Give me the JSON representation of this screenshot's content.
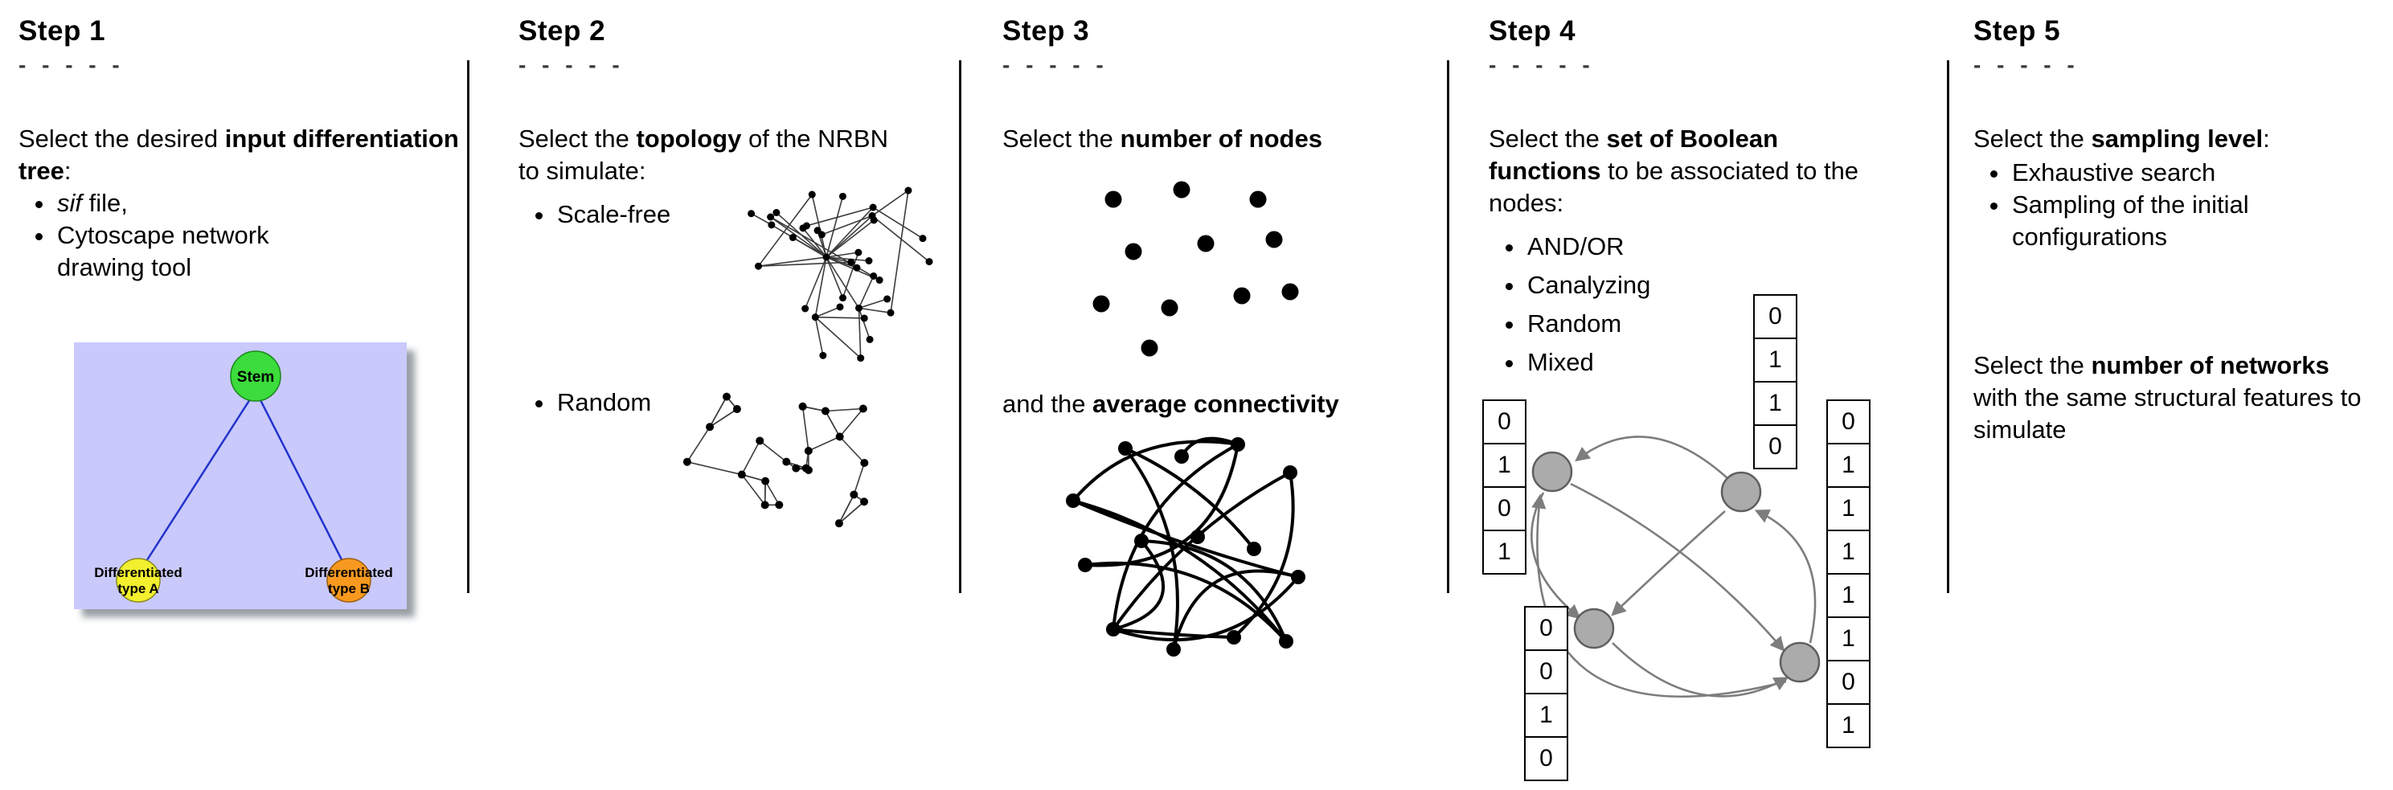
{
  "dashes": "- - - - -",
  "step1": {
    "title": "Step 1",
    "intro": {
      "pre": "Select the desired ",
      "bold": "input differentiation tree",
      "post": ":"
    },
    "bullets": {
      "b1_italic": "sif",
      "b1_rest": " file,",
      "b2": "Cytoscape network drawing tool"
    },
    "tree": {
      "stem_label": "Stem",
      "left_line1": "Differentiated",
      "left_line2": "type A",
      "right_line1": "Differentiated",
      "right_line2": "type B",
      "colors": {
        "panel": "#c9c9fb",
        "stem": "#3bdc3b",
        "type_a": "#f2ef2e",
        "type_b": "#f8991f",
        "edge": "#2233cc"
      }
    }
  },
  "step2": {
    "title": "Step 2",
    "intro": {
      "pre": "Select the ",
      "bold": "topology",
      "post": " of the NRBN to simulate:"
    },
    "bullets": {
      "b1": "Scale-free",
      "b2": "Random"
    }
  },
  "step3": {
    "title": "Step 3",
    "line1": {
      "pre": "Select the ",
      "bold": "number of nodes"
    },
    "line2": {
      "pre": "and the ",
      "bold": "average connectivity"
    }
  },
  "step4": {
    "title": "Step 4",
    "intro": {
      "pre": "Select the ",
      "bold": "set of Boolean functions",
      "post": " to be associated to the nodes:"
    },
    "bullets": [
      "AND/OR",
      "Canalyzing",
      "Random",
      "Mixed"
    ],
    "truth_tables": {
      "left": [
        "0",
        "1",
        "0",
        "1"
      ],
      "top": [
        "0",
        "1",
        "1",
        "0"
      ],
      "bottom_left": [
        "0",
        "0",
        "1",
        "0"
      ],
      "right": [
        "0",
        "1",
        "1",
        "1",
        "1",
        "1",
        "0",
        "1"
      ]
    }
  },
  "step5": {
    "title": "Step 5",
    "intro": {
      "pre": "Select the ",
      "bold": "sampling level",
      "post": ":"
    },
    "bullets": {
      "b1": "Exhaustive search",
      "b2": "Sampling of the initial configurations"
    },
    "para2": {
      "pre": "Select the ",
      "bold": "number of networks",
      "post": " with the same structural features to simulate"
    }
  }
}
